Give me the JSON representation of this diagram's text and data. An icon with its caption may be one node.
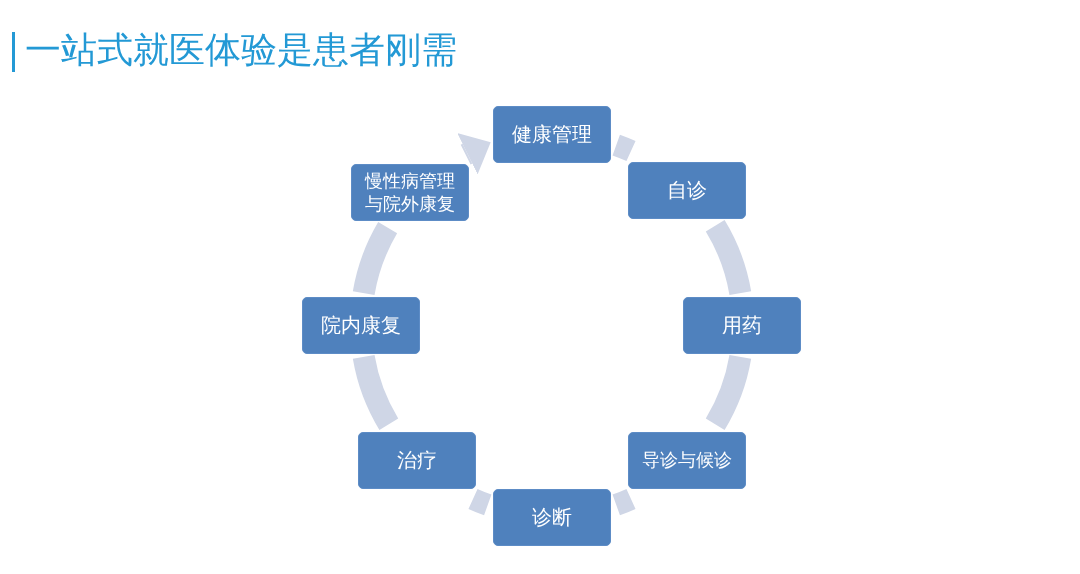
{
  "diagram": {
    "title": "一站式就医体验是患者刚需",
    "nodes": [
      {
        "text": [
          "健康管理"
        ]
      },
      {
        "text": [
          "自诊"
        ]
      },
      {
        "text": [
          "用药"
        ]
      },
      {
        "text": [
          "导诊与候诊"
        ]
      },
      {
        "text": [
          "诊断"
        ]
      },
      {
        "text": [
          "治疗"
        ]
      },
      {
        "text": [
          "院内康复"
        ]
      },
      {
        "text": [
          "慢性病管理与院外康复"
        ]
      }
    ],
    "edges": [
      {
        "from": 0,
        "to": 1,
        "arrow": "none"
      },
      {
        "from": 1,
        "to": 2,
        "arrow": "none"
      },
      {
        "from": 2,
        "to": 3,
        "arrow": "none"
      },
      {
        "from": 3,
        "to": 4,
        "arrow": "none"
      },
      {
        "from": 4,
        "to": 5,
        "arrow": "none"
      },
      {
        "from": 5,
        "to": 6,
        "arrow": "none"
      },
      {
        "from": 6,
        "to": 7,
        "arrow": "none"
      },
      {
        "from": 7,
        "to": 0,
        "arrow": "to"
      }
    ]
  }
}
